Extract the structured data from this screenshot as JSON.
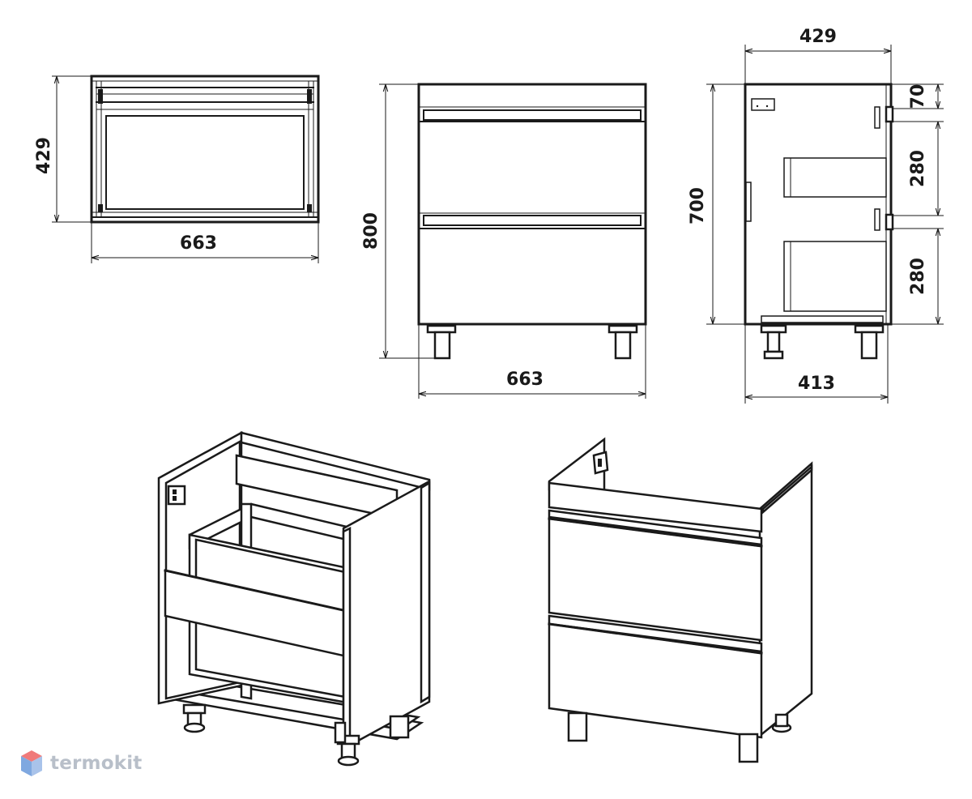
{
  "dimensions": {
    "top_view_depth": "429",
    "top_view_width": "663",
    "front_view_height": "800",
    "front_view_width": "663",
    "side_view_depth_top": "429",
    "side_view_height": "700",
    "side_view_depth_bottom": "413",
    "side_view_top_gap": "70",
    "side_view_drawer_1": "280",
    "side_view_drawer_2": "280"
  },
  "watermark": {
    "text": "termokit",
    "logo_colors": [
      "#f07a7a",
      "#7fa8e0",
      "#b8bfc9"
    ]
  }
}
